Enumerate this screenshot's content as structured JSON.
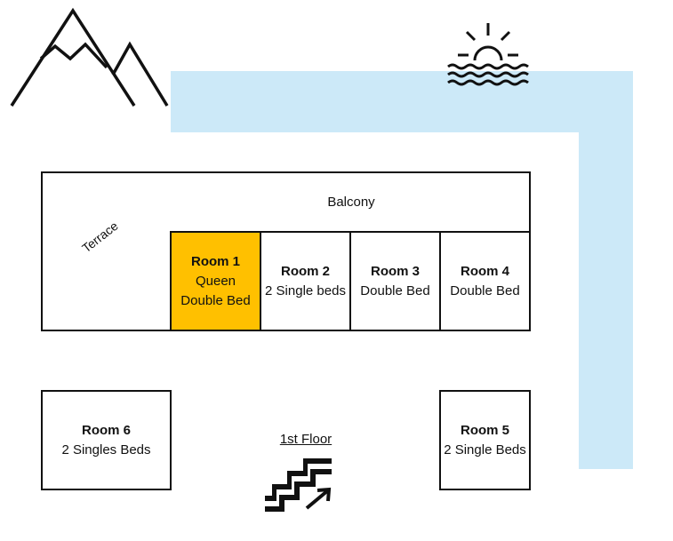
{
  "colors": {
    "sea": "#cce9f8",
    "highlight": "#ffc000",
    "line": "#111111",
    "background": "#ffffff"
  },
  "icons": {
    "mountain": "mountain-icon",
    "sunset": "sun-over-water-icon",
    "stairs": "stairs-up-icon"
  },
  "floor_label": "1st Floor",
  "areas": {
    "balcony": "Balcony",
    "terrace": "Terrace"
  },
  "rooms": [
    {
      "name": "Room 1",
      "bed_lines": [
        "Queen",
        "Double Bed"
      ],
      "highlighted": true
    },
    {
      "name": "Room 2",
      "bed_lines": [
        "2 Single beds"
      ],
      "highlighted": false
    },
    {
      "name": "Room 3",
      "bed_lines": [
        "Double Bed"
      ],
      "highlighted": false
    },
    {
      "name": "Room 4",
      "bed_lines": [
        "Double Bed"
      ],
      "highlighted": false
    },
    {
      "name": "Room 5",
      "bed_lines": [
        "2 Single Beds"
      ],
      "highlighted": false
    },
    {
      "name": "Room 6",
      "bed_lines": [
        "2 Singles Beds"
      ],
      "highlighted": false
    }
  ]
}
